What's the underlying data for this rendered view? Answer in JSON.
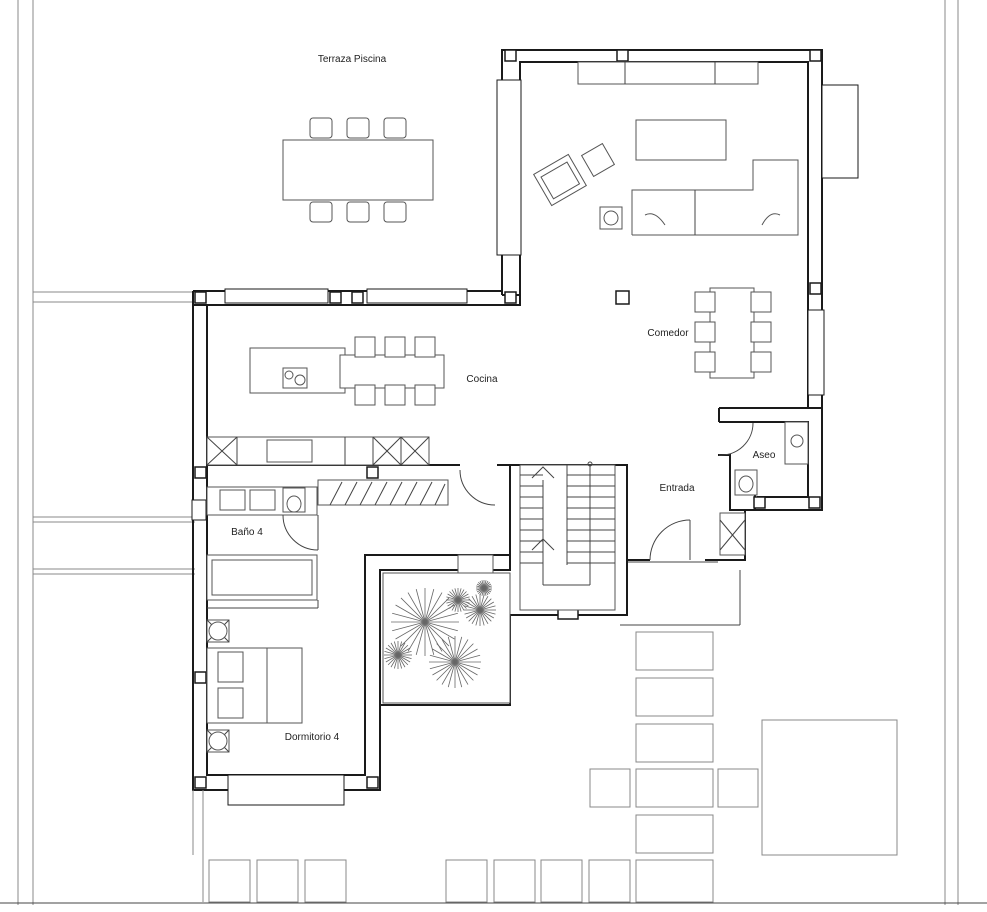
{
  "rooms": {
    "terraza": "Terraza Piscina",
    "comedor": "Comedor",
    "cocina": "Cocina",
    "aseo": "Aseo",
    "entrada": "Entrada",
    "bano4": "Baño 4",
    "dormitorio4": "Dormitorio 4"
  }
}
